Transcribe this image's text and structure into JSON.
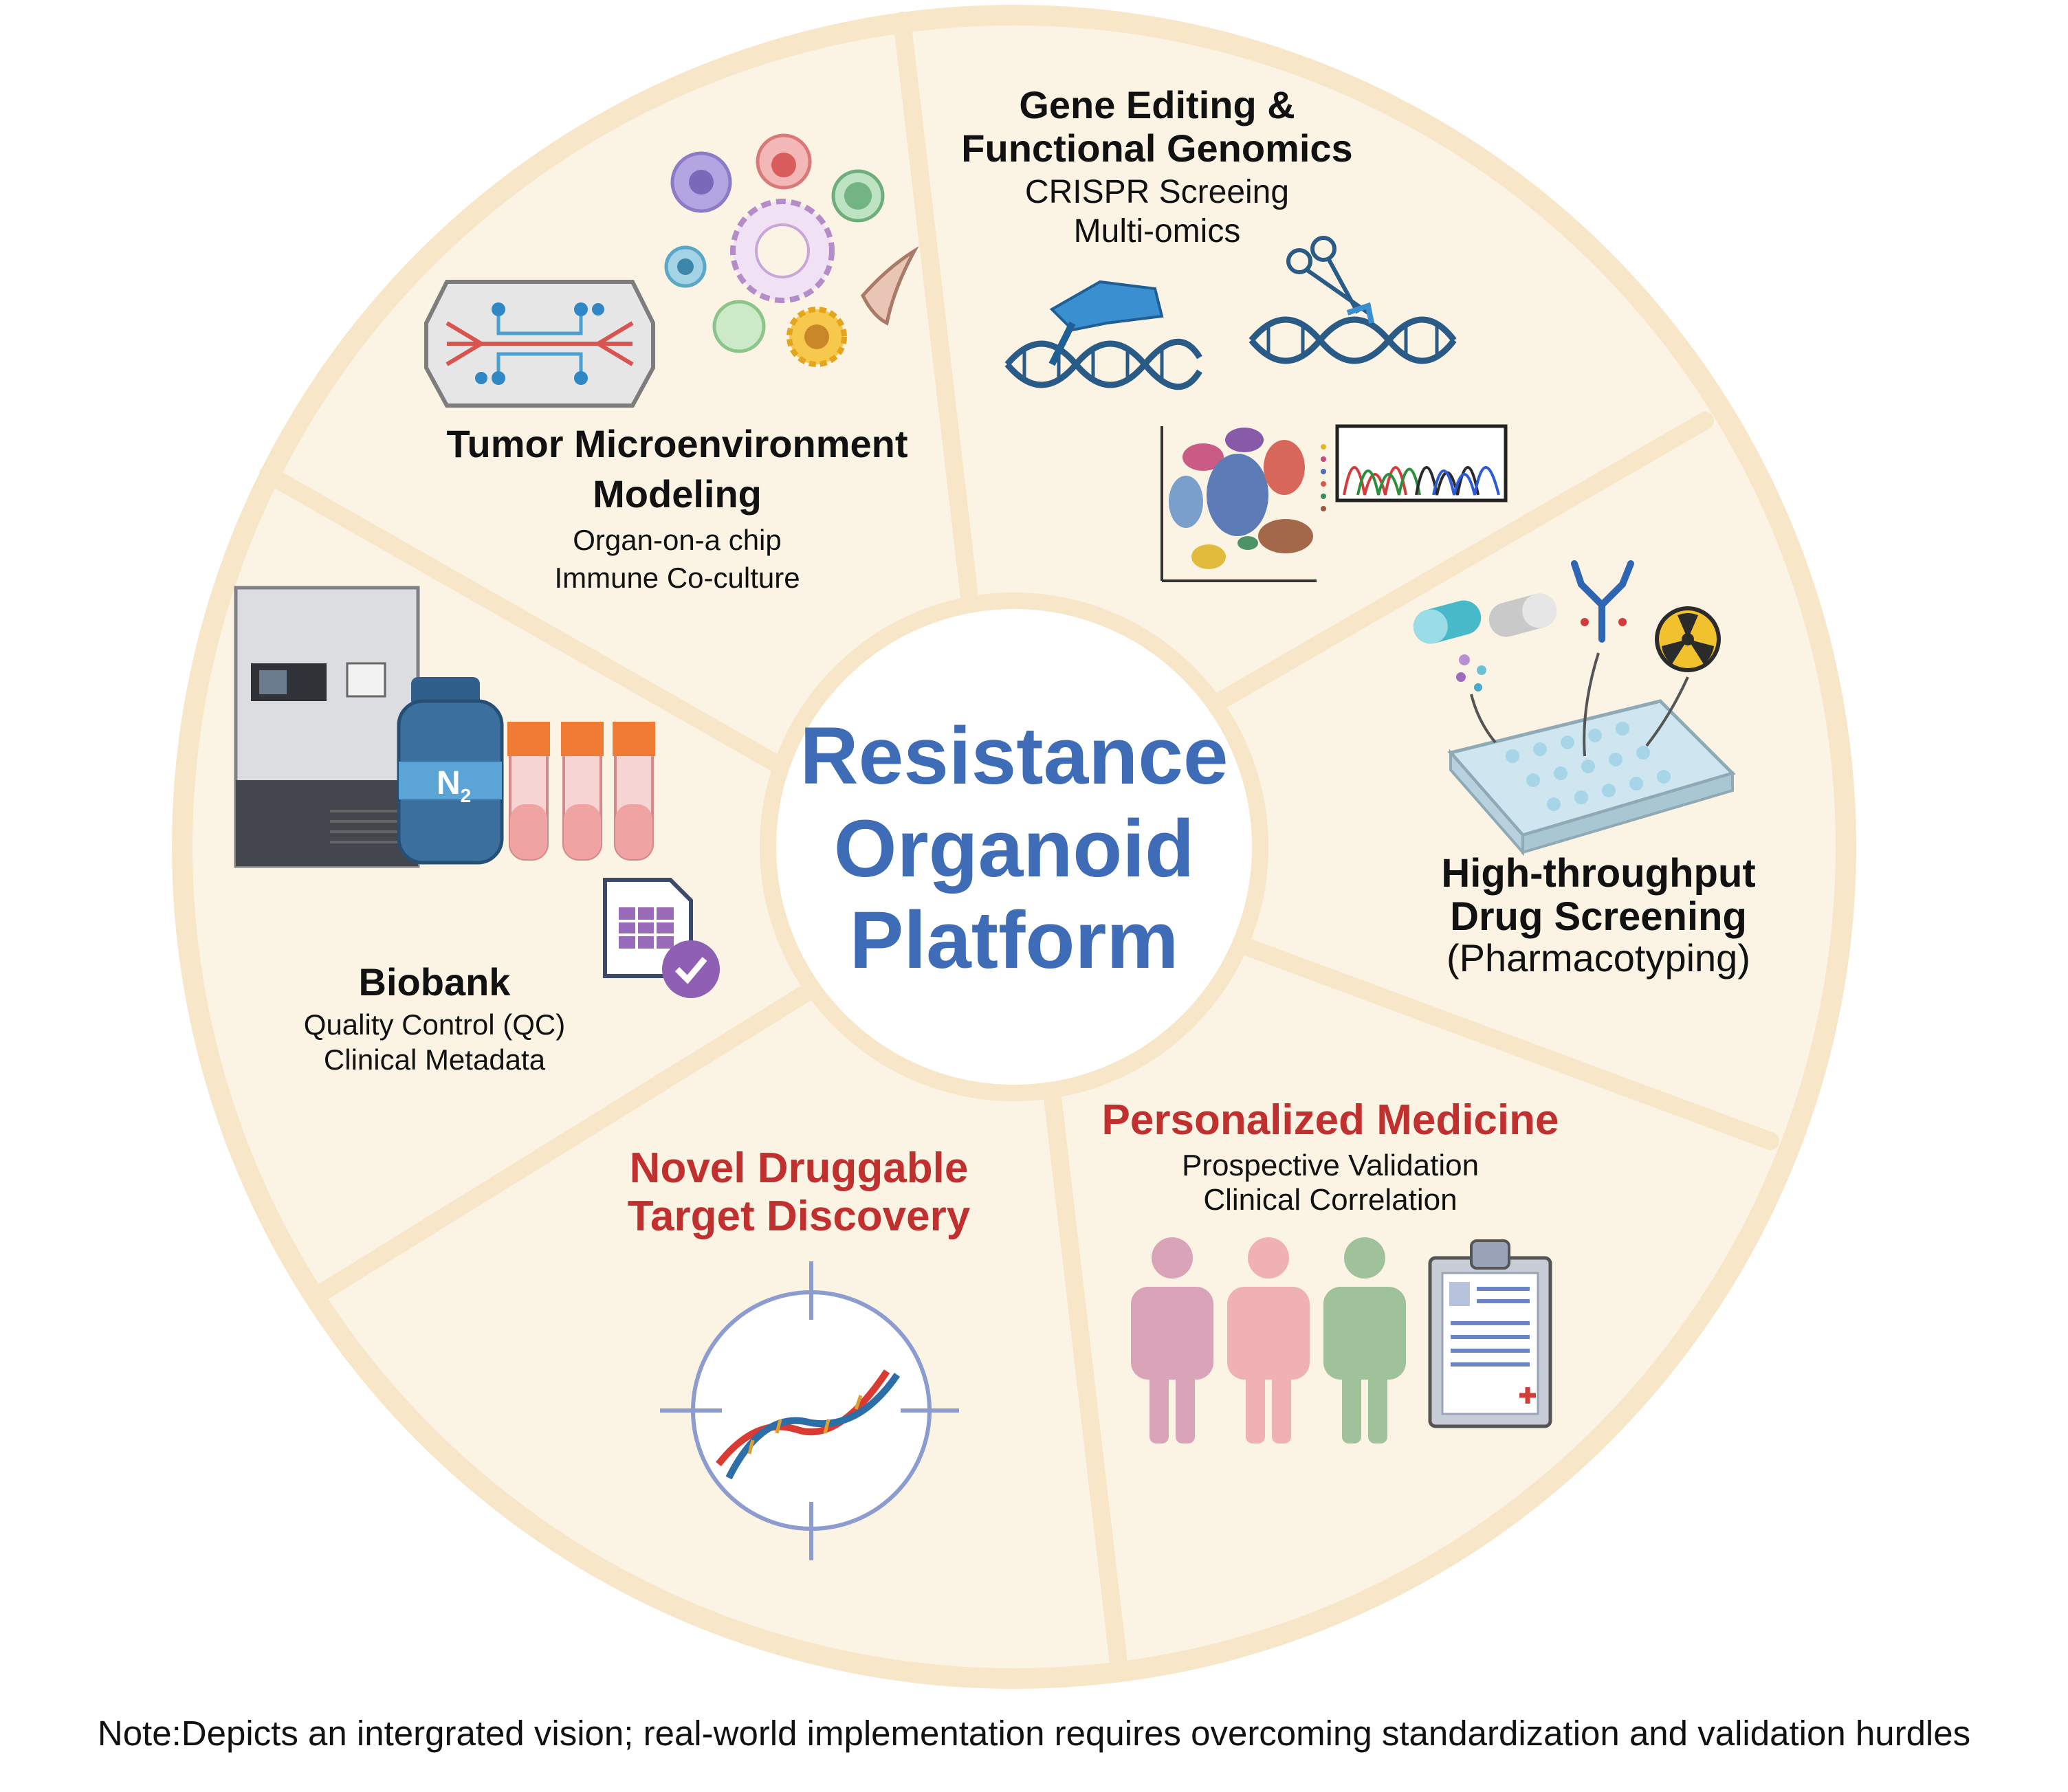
{
  "center": {
    "line1": "Resistance",
    "line2": "Organoid",
    "line3": "Platform"
  },
  "segments": {
    "tme": {
      "title1": "Tumor Microenvironment",
      "title2": "Modeling",
      "sub1": "Organ-on-a chip",
      "sub2": "Immune Co-culture"
    },
    "gene": {
      "title1": "Gene Editing &",
      "title2": "Functional Genomics",
      "sub1": "CRISPR Screeing",
      "sub2": "Multi-omics"
    },
    "hts": {
      "title1": "High-throughput",
      "title2": "Drug Screening",
      "sub1": "(Pharmacotyping)"
    },
    "pm": {
      "title1": "Personalized Medicine",
      "sub1": "Prospective Validation",
      "sub2": "Clinical Correlation"
    },
    "target": {
      "title1": "Novel Druggable",
      "title2": "Target Discovery"
    },
    "biobank": {
      "title1": "Biobank",
      "sub1": "Quality Control (QC)",
      "sub2": "Clinical Metadata",
      "n2_label": "N",
      "n2_sub": "2"
    }
  },
  "note": "Note:Depicts an intergrated vision; real-world implementation requires overcoming standardization and validation hurdles",
  "colors": {
    "wedge_fill": "#fbf3e3",
    "wedge_border": "#f8e6c8",
    "center_text": "#3e6cb6",
    "red_title": "#c0302f",
    "dark_text": "#111111"
  },
  "icons": [
    "organ-chip-icon",
    "immune-cells-icon",
    "gene-editing-pen-icon",
    "crispr-scissors-icon",
    "tsne-plot-icon",
    "sequencing-trace-icon",
    "drug-capsules-icon",
    "antibody-icon",
    "radiation-icon",
    "well-plate-icon",
    "freezer-icon",
    "liquid-nitrogen-tank-icon",
    "sample-tubes-icon",
    "data-checklist-icon",
    "dna-target-icon",
    "patients-icon",
    "clipboard-icon"
  ]
}
